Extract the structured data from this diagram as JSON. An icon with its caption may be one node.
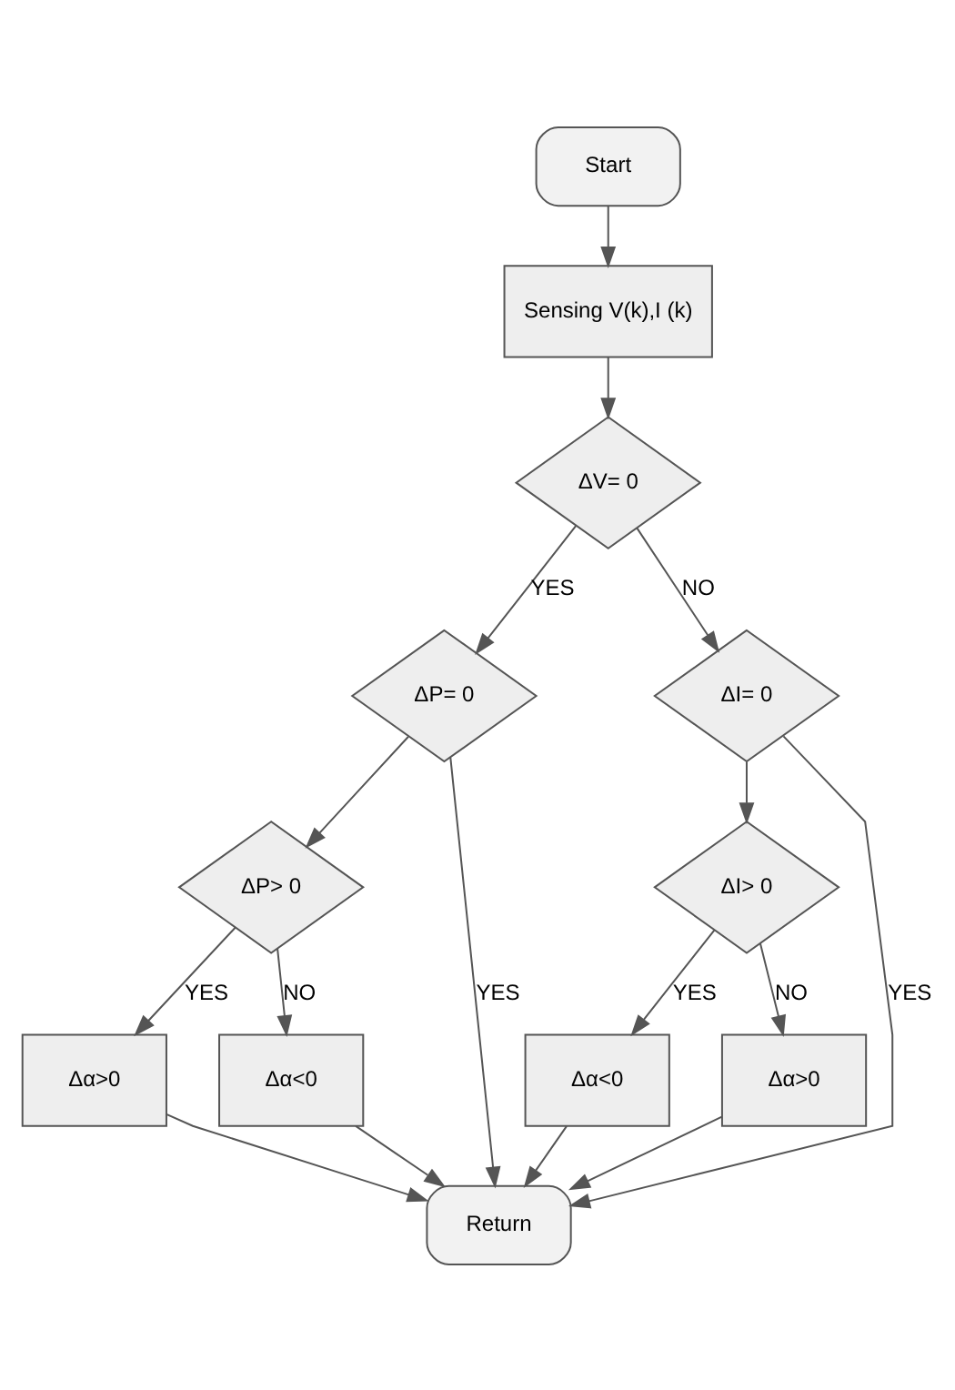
{
  "diagram": {
    "nodes": [
      {
        "text": [
          "Start"
        ]
      },
      {
        "text": [
          "Sensing V(k),I (k)"
        ]
      },
      {
        "text": [
          "ΔV= 0"
        ]
      },
      {
        "text": [
          "ΔP= 0"
        ]
      },
      {
        "text": [
          "ΔI= 0"
        ]
      },
      {
        "text": [
          "ΔP> 0"
        ]
      },
      {
        "text": [
          "ΔI> 0"
        ]
      },
      {
        "text": [
          "Δα>0"
        ]
      },
      {
        "text": [
          "Δα<0"
        ]
      },
      {
        "text": [
          "Δα<0"
        ]
      },
      {
        "text": [
          "Δα>0"
        ]
      },
      {
        "text": [
          "Return"
        ]
      }
    ],
    "edges": [
      {
        "from": 0,
        "to": 1,
        "arrow": "to"
      },
      {
        "from": 1,
        "to": 2,
        "arrow": "to"
      },
      {
        "from": 2,
        "to": 3,
        "arrow": "to",
        "label": "YES"
      },
      {
        "from": 2,
        "to": 4,
        "arrow": "to",
        "label": "NO"
      },
      {
        "from": 3,
        "to": 5,
        "arrow": "to"
      },
      {
        "from": 4,
        "to": 6,
        "arrow": "to"
      },
      {
        "from": 5,
        "to": 7,
        "arrow": "to",
        "label": "YES"
      },
      {
        "from": 5,
        "to": 8,
        "arrow": "to",
        "label": "NO"
      },
      {
        "from": 6,
        "to": 9,
        "arrow": "to",
        "label": "YES"
      },
      {
        "from": 6,
        "to": 10,
        "arrow": "to",
        "label": "NO"
      },
      {
        "from": 3,
        "to": 11,
        "arrow": "to",
        "label": "YES"
      },
      {
        "from": 7,
        "to": 11,
        "arrow": "to"
      },
      {
        "from": 8,
        "to": 11,
        "arrow": "to"
      },
      {
        "from": 9,
        "to": 11,
        "arrow": "to"
      },
      {
        "from": 10,
        "to": 11,
        "arrow": "to"
      },
      {
        "from": 4,
        "to": 11,
        "arrow": "to",
        "label": "YES"
      }
    ]
  }
}
